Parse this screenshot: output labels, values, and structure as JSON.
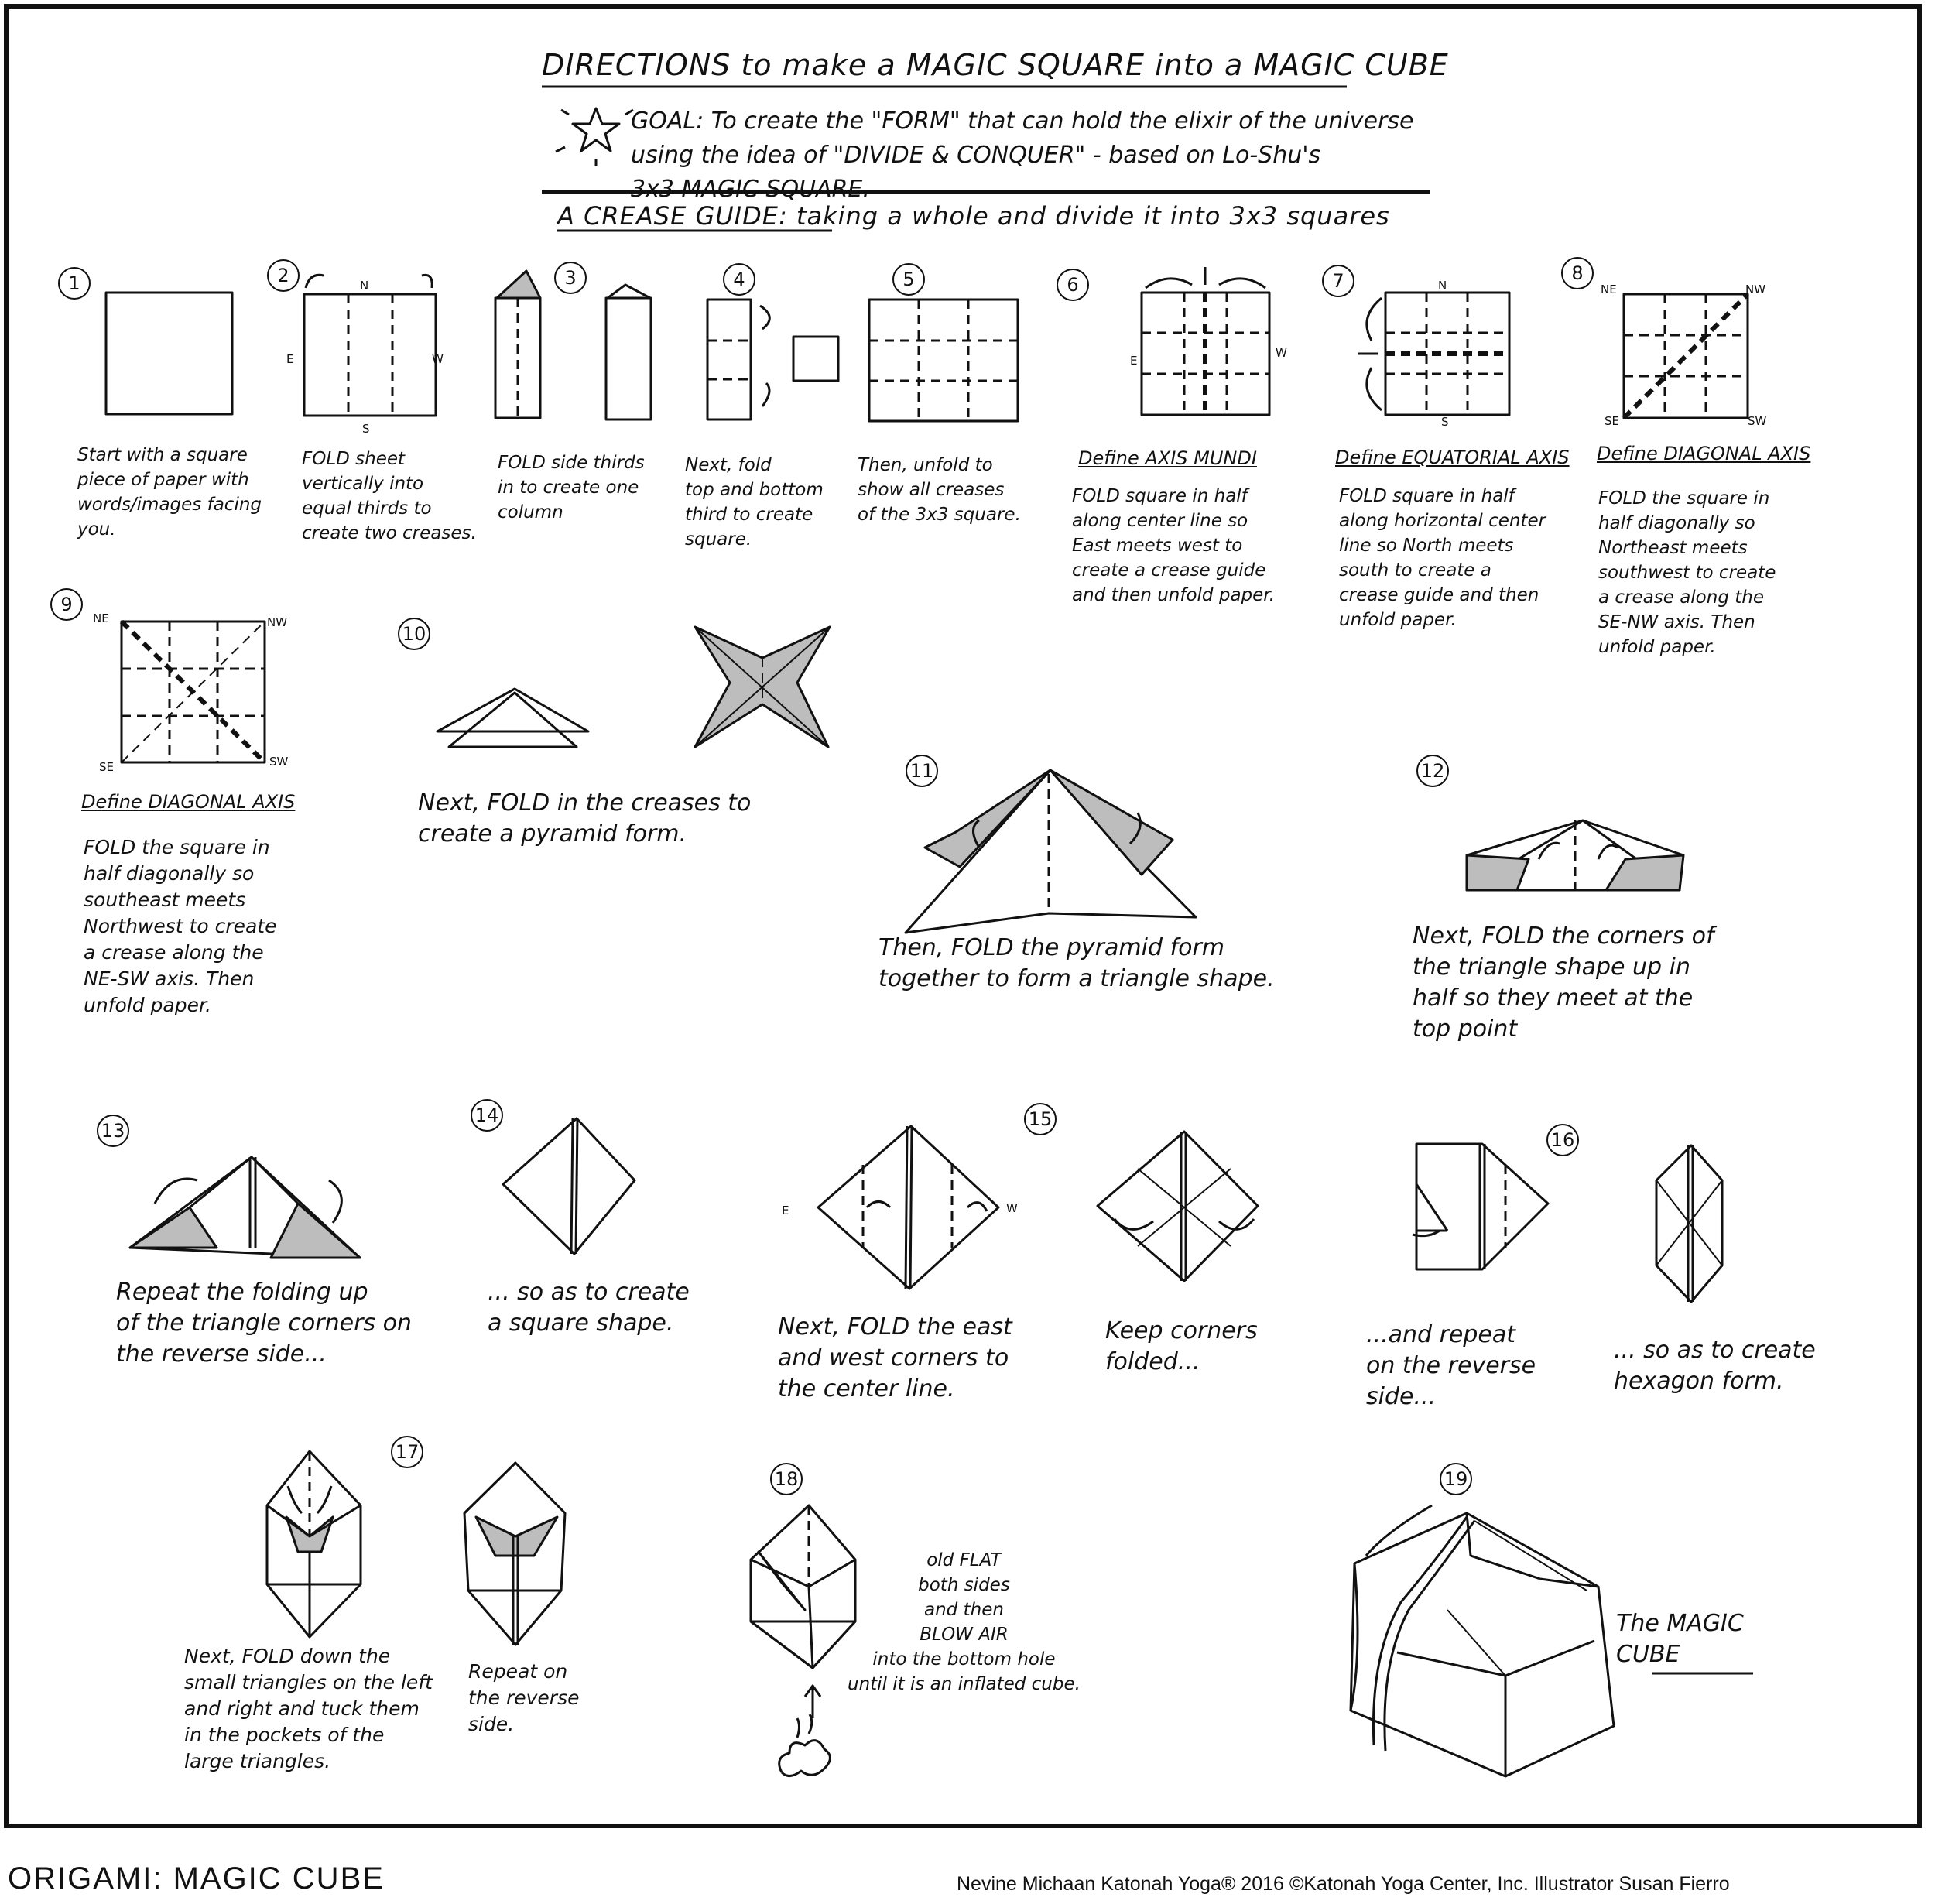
{
  "header": {
    "title": "DIRECTIONS to make a MAGIC SQUARE into a MAGIC CUBE",
    "goal": "GOAL: To create the \"FORM\" that can hold the elixir of the universe\nusing the idea of \"DIVIDE & CONQUER\" - based on Lo-Shu's\n3x3 MAGIC SQUARE.",
    "crease_guide": "A CREASE GUIDE: taking a whole and divide it into 3x3 squares"
  },
  "steps": {
    "s1": {
      "num": "1",
      "caption": "Start with a square\npiece of paper with\nwords/images facing\nyou."
    },
    "s2": {
      "num": "2",
      "caption": "FOLD sheet\nvertically into\nequal thirds to\ncreate two creases.",
      "labels": {
        "n": "N",
        "e": "E",
        "w": "W",
        "s": "S"
      }
    },
    "s3": {
      "num": "3",
      "caption": "FOLD side thirds\nin to create one\ncolumn"
    },
    "s4": {
      "num": "4",
      "caption": "Next, fold\ntop and bottom\nthird to create\nsquare."
    },
    "s5": {
      "num": "5",
      "caption": "Then, unfold to\nshow all creases\nof the 3x3 square."
    },
    "s6": {
      "num": "6",
      "heading": "Define AXIS MUNDI",
      "caption": "FOLD square in half\nalong center line so\nEast meets west to\ncreate a crease guide\nand then unfold paper.",
      "labels": {
        "e": "E",
        "w": "W"
      }
    },
    "s7": {
      "num": "7",
      "heading": "Define EQUATORIAL AXIS",
      "caption": "FOLD square in half\nalong horizontal center\nline so North meets\nsouth to create a\ncrease guide and then\nunfold paper.",
      "labels": {
        "n": "N",
        "s": "S"
      }
    },
    "s8": {
      "num": "8",
      "heading": "Define DIAGONAL AXIS",
      "caption": "FOLD the square in\nhalf diagonally so\nNortheast meets\nsouthwest to create\na crease along the\nSE-NW axis. Then\nunfold paper.",
      "labels": {
        "ne": "NE",
        "nw": "NW",
        "se": "SE",
        "sw": "SW"
      }
    },
    "s9": {
      "num": "9",
      "heading": "Define DIAGONAL AXIS",
      "caption": "FOLD the square in\nhalf diagonally so\nsoutheast meets\nNorthwest to create\na crease along the\nNE-SW axis. Then\nunfold paper.",
      "labels": {
        "ne": "NE",
        "nw": "NW",
        "se": "SE",
        "sw": "SW"
      }
    },
    "s10": {
      "num": "10",
      "caption": "Next, FOLD in the creases to\ncreate a pyramid form."
    },
    "s11": {
      "num": "11",
      "caption": "Then, FOLD the pyramid form\ntogether to form a triangle shape."
    },
    "s12": {
      "num": "12",
      "caption": "Next, FOLD the corners of\nthe triangle shape up in\nhalf so they meet at the\ntop point"
    },
    "s13": {
      "num": "13",
      "caption": "Repeat the folding up\nof the triangle corners on\nthe reverse side..."
    },
    "s14": {
      "num": "14",
      "caption": "... so as to create\na square shape."
    },
    "s15": {
      "num": "15",
      "caption": "Next, FOLD the east\nand west corners to\nthe center line.",
      "caption_b": "Keep corners\nfolded...",
      "labels": {
        "e": "E",
        "w": "W"
      }
    },
    "s16": {
      "num": "16",
      "caption": "...and repeat\non the reverse\nside...",
      "caption_b": "... so as to create\nhexagon form."
    },
    "s17": {
      "num": "17",
      "caption": "Next, FOLD down the\nsmall triangles on the left\nand right and tuck them\nin the pockets of the\nlarge triangles.",
      "caption_b": "Repeat on\nthe reverse\nside."
    },
    "s18": {
      "num": "18",
      "caption": "old FLAT\nboth sides\nand then\nBLOW AIR\ninto the bottom hole\nuntil it is an inflated cube."
    },
    "s19": {
      "num": "19",
      "caption": "The MAGIC\nCUBE"
    }
  },
  "footer": {
    "title": "ORIGAMI: MAGIC CUBE",
    "credit": "Nevine Michaan   Katonah Yoga®   2016 ©Katonah Yoga Center, Inc.   Illustrator Susan Fierro"
  }
}
